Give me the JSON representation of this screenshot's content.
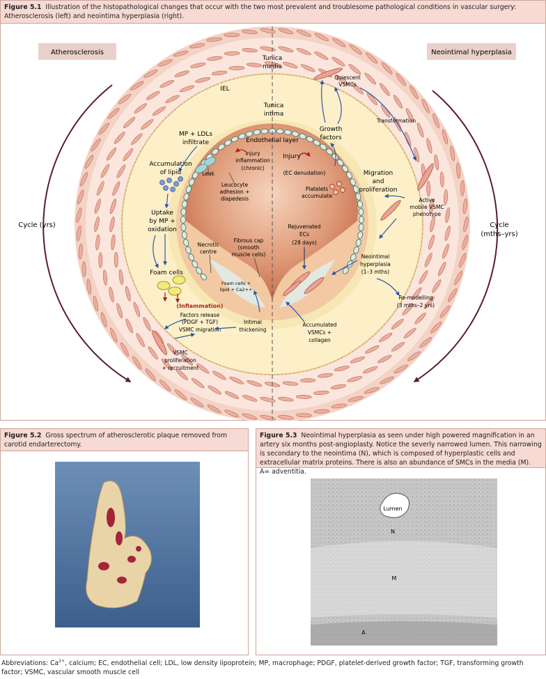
{
  "fig1": {
    "label": "Figure 5.1",
    "caption": "Illustration of the histopathological changes that occur with the two most prevalent and troublesome pathological conditions in vascular surgery: Atherosclerosis (left) and neointima hyperplasia (right).",
    "left_title": "Atherosclerosis",
    "right_title": "Neointimal hyperplasia",
    "cycle_left": "Cycle (yrs)",
    "cycle_right_1": "Cycle",
    "cycle_right_2": "(mths–yrs)",
    "tunica_media_1": "Tunica",
    "tunica_media_2": "media",
    "iel": "IEL",
    "tunica_intima_1": "Tunica",
    "tunica_intima_2": "intima",
    "endothelial_layer": "Endothelial layer",
    "mp_ldl_1": "MP + LDLs",
    "mp_ldl_2": "infiltrate",
    "injury_inflam_1": "Injury",
    "injury_inflam_2": "inflammation",
    "injury_inflam_3": "(chronic)",
    "accum_lipid_1": "Accumulation",
    "accum_lipid_2": "of lipid",
    "leak": "Leak",
    "leuco_1": "Leucocyte",
    "leuco_2": "adhesion +",
    "leuco_3": "diapedesis",
    "uptake_1": "Uptake",
    "uptake_2": "by MP +",
    "uptake_3": "oxidation",
    "necrotic_1": "Necrotic",
    "necrotic_2": "centre",
    "fibrous_1": "Fibrous cap",
    "fibrous_2": "(smooth",
    "fibrous_3": "muscle cells)",
    "foam_cells": "Foam cells",
    "foam_lipid_1": "Foam cells +",
    "foam_lipid_2": "lipid + Ca2++",
    "inflammation": "(Inflammation)",
    "factors_1": "Factors release",
    "factors_2": "(PDGF + TGF)",
    "factors_3": "VSMC migration",
    "intimal_1": "Intimal",
    "intimal_2": "thickening",
    "vsmc_prolif_1": "VSMC",
    "vsmc_prolif_2": "proliferation",
    "vsmc_prolif_3": "+ recruitment",
    "injury_r_1": "Injury",
    "injury_r_2": "(EC denudation)",
    "growth_1": "Growth",
    "growth_2": "factors",
    "quiescent_1": "Quiescent",
    "quiescent_2": "VSMCs",
    "transformation": "Transformation",
    "platelets_1": "Platelets",
    "platelets_2": "accumulate",
    "migration_1": "Migration",
    "migration_2": "and",
    "migration_3": "proliferation",
    "active_1": "Active",
    "active_2": "mobile VSMC",
    "active_3": "phenotype",
    "rejuv_1": "Rejuvenated",
    "rejuv_2": "ECs",
    "rejuv_3": "(28 days)",
    "neoint_1": "Neointimal",
    "neoint_2": "hyperplasia",
    "neoint_3": "(1–3 mths)",
    "remod_1": "Re-modelling",
    "remod_2": "(3 mths–2 yrs)",
    "accum_vsmc_1": "Accumulated",
    "accum_vsmc_2": "VSMCs +",
    "accum_vsmc_3": "collagen"
  },
  "fig2": {
    "label": "Figure 5.2",
    "caption": "Gross spectrum of atherosclerotic plaque removed from carotid endarterectomy."
  },
  "fig3": {
    "label": "Figure 5.3",
    "caption": "Neointimal hyperplasia as seen under high powered magnification in an artery six months post-angioplasty. Notice the severly narrowed lumen. This narrowing is secondary to the neointima (N), which is composed of hyperplastic cells and extracellular matrix proteins. There is also an abundance of SMCs in the media (M). A= adventitia.",
    "lumen": "Lumen",
    "n": "N",
    "m": "M",
    "a": "A"
  },
  "abbreviations": {
    "prefix": "Abbreviations:  Ca",
    "sup": "2+",
    "rest": ", calcium; EC, endothelial cell; LDL, low density lipoprotein; MP, macrophage; PDGF, platelet-derived growth factor; TGF, transforming growth factor; VSMC, vascular smooth muscle cell"
  },
  "colors": {
    "caption_bg": "#f6dad3",
    "border": "#c9a59a",
    "arrow_blue": "#2c55a8",
    "arrow_red": "#b21e1e",
    "cycle_arrow": "#5a1a3a"
  }
}
